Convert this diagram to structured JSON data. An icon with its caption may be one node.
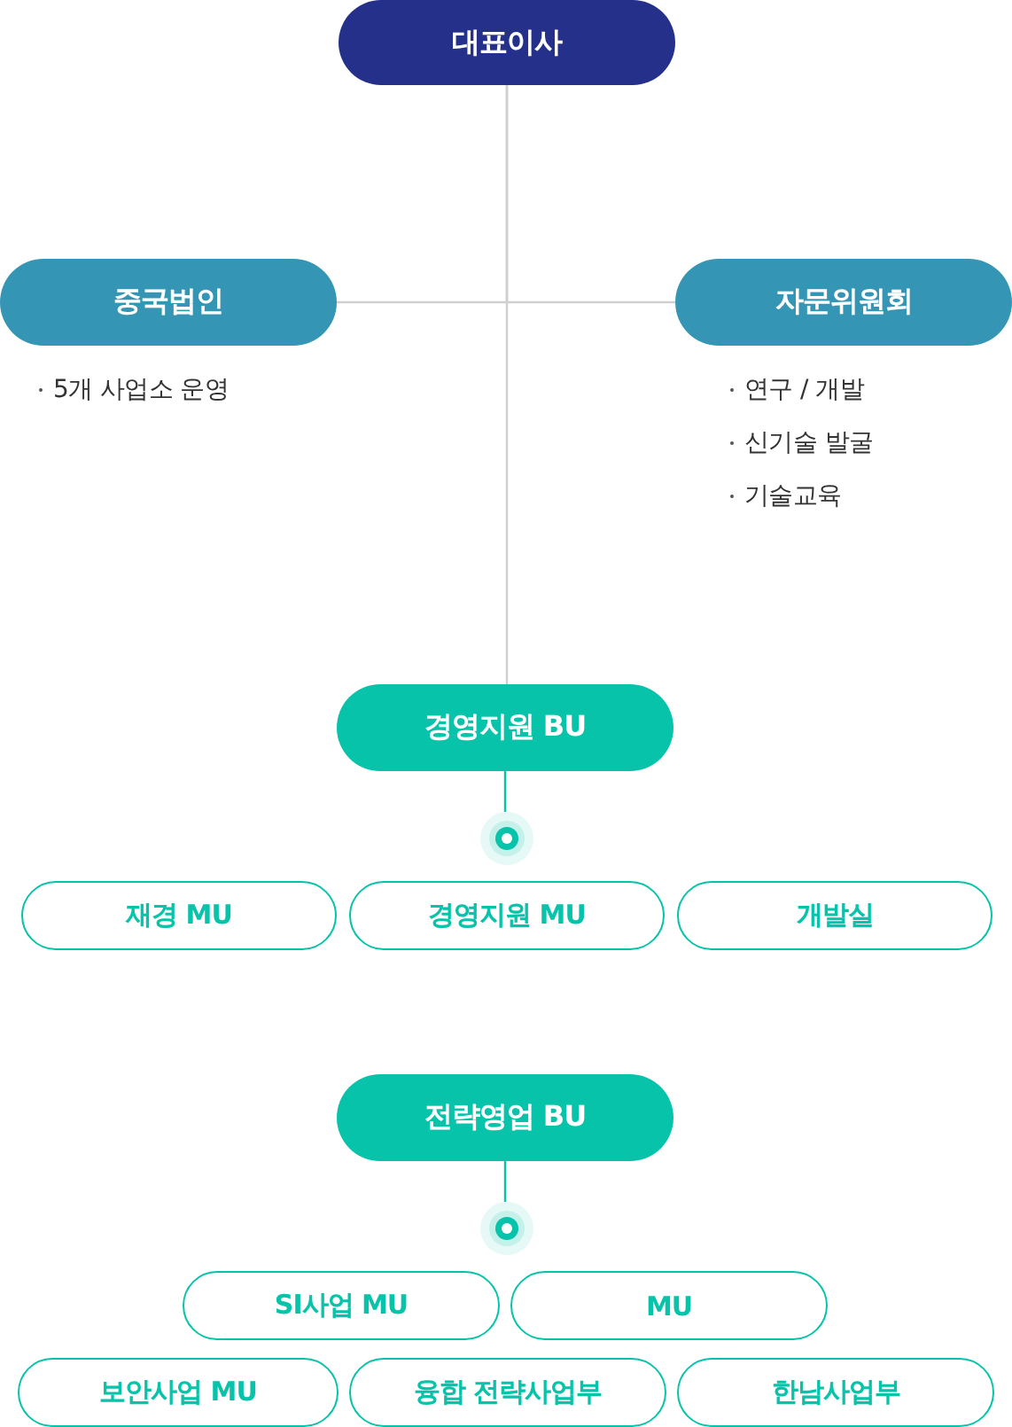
{
  "diagram": {
    "nodes": [
      {
        "text": [
          "대표이사"
        ]
      },
      {
        "text": [
          "중국법인"
        ],
        "beside": [
          "5개 사업소 운영"
        ]
      },
      {
        "text": [
          "자문위원회"
        ],
        "beside": [
          "연구 / 개발",
          "신기술 발굴",
          "기술교육"
        ]
      },
      {
        "text": [
          "경영지원 BU"
        ]
      },
      {
        "text": [],
        "shape": "circle"
      },
      {
        "text": [
          "재경 MU"
        ]
      },
      {
        "text": [
          "경영지원 MU"
        ]
      },
      {
        "text": [
          "개발실"
        ]
      },
      {
        "text": [
          "전략영업 BU"
        ]
      },
      {
        "text": [],
        "shape": "circle"
      },
      {
        "text": [
          "SI사업 MU"
        ]
      },
      {
        "text": [
          "MU"
        ]
      },
      {
        "text": [
          "보안사업 MU"
        ]
      },
      {
        "text": [
          "융합 전략사업부"
        ]
      },
      {
        "text": [
          "한남사업부"
        ]
      }
    ],
    "edges": [
      {
        "from": 0,
        "to": 1,
        "arrow": "none"
      },
      {
        "from": 0,
        "to": 2,
        "arrow": "none"
      },
      {
        "from": 0,
        "to": 3,
        "arrow": "none"
      },
      {
        "from": 3,
        "to": 4,
        "arrow": "none",
        "color": "#06c3aa"
      },
      {
        "from": 8,
        "to": 9,
        "arrow": "none",
        "color": "#06c3aa"
      }
    ]
  }
}
